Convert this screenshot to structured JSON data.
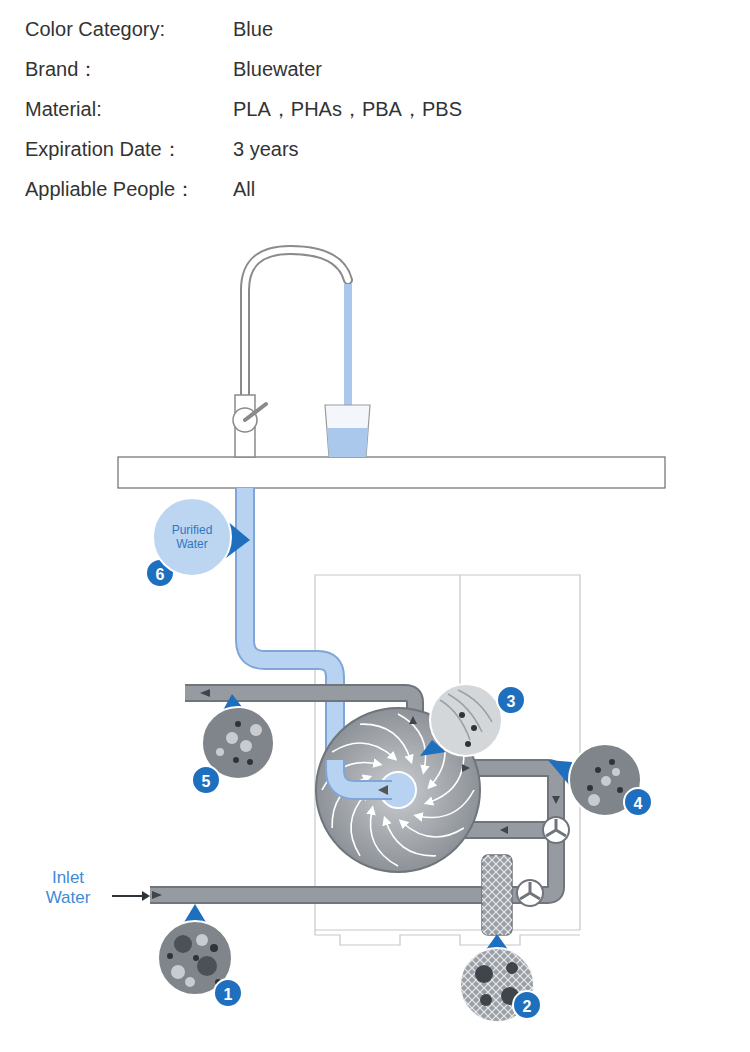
{
  "diagram": {
    "nodes": [
      {
        "text": [
          "Purified Water"
        ]
      }
    ],
    "labels": [
      "Color Category:",
      "Blue",
      "Brand：",
      "Bluewater",
      "Material:",
      "PLA，PHAs，PBA，PBS",
      "Expiration Date：",
      "3 years",
      "Appliable People：",
      "All",
      "6",
      "3",
      "5",
      "4",
      "Inlet Water",
      "1",
      "2"
    ]
  }
}
